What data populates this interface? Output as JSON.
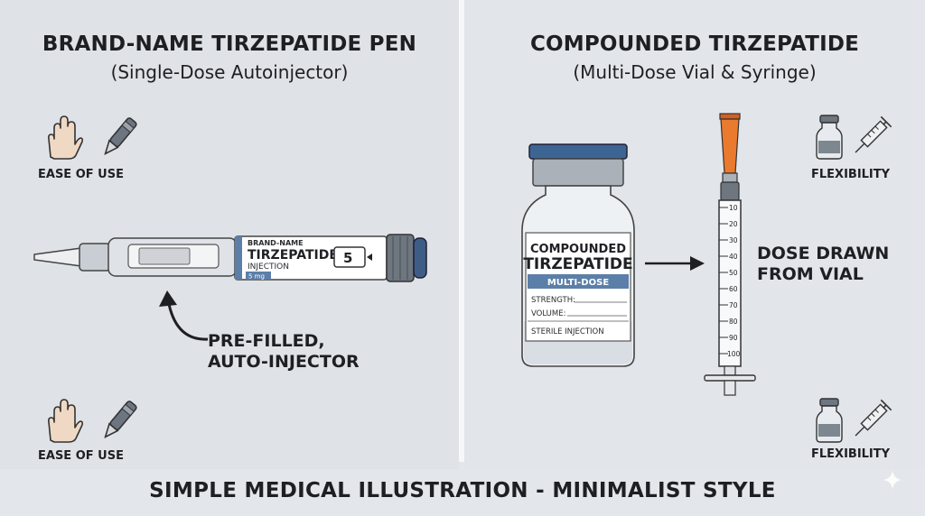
{
  "left": {
    "title": "BRAND-NAME TIRZEPATIDE PEN",
    "subtitle": "(Single-Dose Autoinjector)",
    "feature_top": "EASE OF USE",
    "feature_bottom": "EASE OF USE",
    "callout_line1": "PRE-FILLED,",
    "callout_line2": "AUTO-INJECTOR",
    "pen": {
      "brand": "BRAND-NAME",
      "name": "TIRZEPATIDE",
      "form": "INJECTION",
      "strength": "5 mg",
      "dose": "5"
    }
  },
  "right": {
    "title": "COMPOUNDED TIRZEPATIDE",
    "subtitle": "(Multi-Dose Vial & Syringe)",
    "feature_top": "FLEXIBILITY",
    "feature_bottom": "FLEXIBILITY",
    "callout_line1": "DOSE DRAWN",
    "callout_line2": "FROM VIAL",
    "vial": {
      "line1": "COMPOUNDED",
      "line2": "TIRZEPATIDE",
      "band": "MULTI-DOSE",
      "strength_label": "STRENGTH:",
      "volume_label": "VOLUME:",
      "footer": "STERILE INJECTION"
    },
    "syringe_ticks": [
      "10",
      "20",
      "30",
      "40",
      "50",
      "60",
      "70",
      "80",
      "90",
      "100"
    ]
  },
  "footer": "SIMPLE MEDICAL ILLUSTRATION - MINIMALIST STYLE"
}
